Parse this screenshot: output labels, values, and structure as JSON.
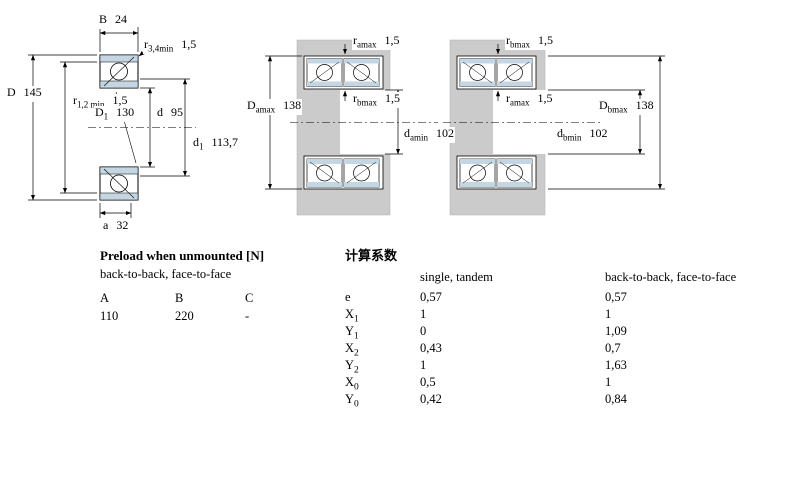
{
  "colors": {
    "background": "#ffffff",
    "line": "#000000",
    "housing_gray": "#cbcbcb",
    "ring_blue": "#c3d6e2"
  },
  "dims": {
    "B": {
      "base": "B",
      "sub": "",
      "value": "24"
    },
    "r34": {
      "base": "r",
      "sub": "3,4min",
      "value": "1,5"
    },
    "D": {
      "base": "D",
      "sub": "",
      "value": "145"
    },
    "r12": {
      "base": "r",
      "sub": "1,2 min",
      "value": "1,5"
    },
    "D1": {
      "base": "D",
      "sub": "1",
      "value": "130"
    },
    "d": {
      "base": "d",
      "sub": "",
      "value": "95"
    },
    "d1": {
      "base": "d",
      "sub": "1",
      "value": "113,7"
    },
    "a": {
      "base": "a",
      "sub": "",
      "value": "32"
    },
    "mid_ramax": {
      "base": "r",
      "sub": "amax",
      "value": "1,5"
    },
    "mid_Damax": {
      "base": "D",
      "sub": "amax",
      "value": "138"
    },
    "mid_rbmax": {
      "base": "r",
      "sub": "bmax",
      "value": "1,5"
    },
    "mid_damin": {
      "base": "d",
      "sub": "amin",
      "value": "102"
    },
    "right_rbmax": {
      "base": "r",
      "sub": "bmax",
      "value": "1,5"
    },
    "right_ramax": {
      "base": "r",
      "sub": "amax",
      "value": "1,5"
    },
    "right_Dbmax": {
      "base": "D",
      "sub": "bmax",
      "value": "138"
    },
    "right_dbmin": {
      "base": "d",
      "sub": "bmin",
      "value": "102"
    }
  },
  "preload_table": {
    "title": "Preload when unmounted [N]",
    "subtitle": "back-to-back, face-to-face",
    "columns": [
      "A",
      "B",
      "C"
    ],
    "values": [
      "110",
      "220",
      "-"
    ]
  },
  "factors_table": {
    "title": "计算系数",
    "col_headers": [
      "single, tandem",
      "back-to-back, face-to-face"
    ],
    "rows": [
      {
        "base": "e",
        "sub": "",
        "v1": "0,57",
        "v2": "0,57"
      },
      {
        "base": "X",
        "sub": "1",
        "v1": "1",
        "v2": "1"
      },
      {
        "base": "Y",
        "sub": "1",
        "v1": "0",
        "v2": "1,09"
      },
      {
        "base": "X",
        "sub": "2",
        "v1": "0,43",
        "v2": "0,7"
      },
      {
        "base": "Y",
        "sub": "2",
        "v1": "1",
        "v2": "1,63"
      },
      {
        "base": "X",
        "sub": "0",
        "v1": "0,5",
        "v2": "1"
      },
      {
        "base": "Y",
        "sub": "0",
        "v1": "0,42",
        "v2": "0,84"
      }
    ]
  }
}
